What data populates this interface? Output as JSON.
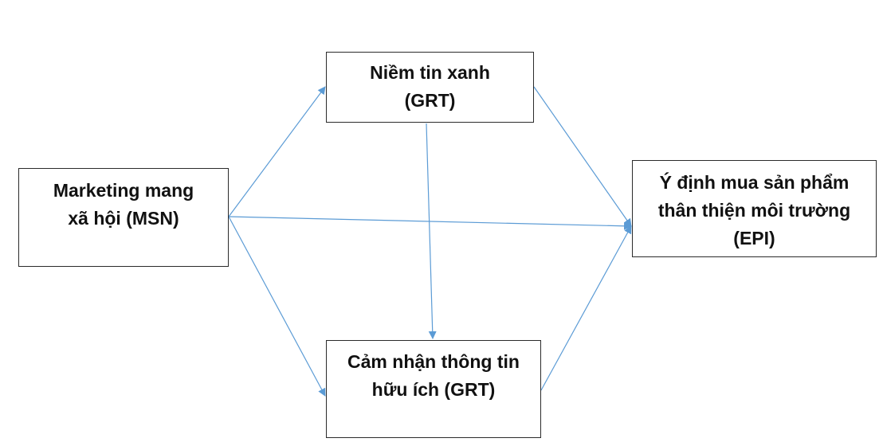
{
  "diagram": {
    "line_color": "#5b9bd5",
    "nodes": {
      "msn": {
        "line1": "Marketing mang",
        "line2": "xã hội (MSN)"
      },
      "grt_top": {
        "line1": "Niềm tin xanh",
        "line2": "(GRT)"
      },
      "epi": {
        "line1": "Ý định mua sản phẩm",
        "line2": "thân thiện môi trường",
        "line3": "(EPI)"
      },
      "grt_bottom": {
        "line1": "Cảm nhận thông tin",
        "line2": "hữu ích (GRT)"
      }
    },
    "edges": [
      {
        "from": "msn",
        "to": "grt_top"
      },
      {
        "from": "msn",
        "to": "epi"
      },
      {
        "from": "msn",
        "to": "grt_bottom"
      },
      {
        "from": "grt_top",
        "to": "epi"
      },
      {
        "from": "grt_top",
        "to": "grt_bottom"
      },
      {
        "from": "grt_bottom",
        "to": "epi"
      }
    ]
  }
}
